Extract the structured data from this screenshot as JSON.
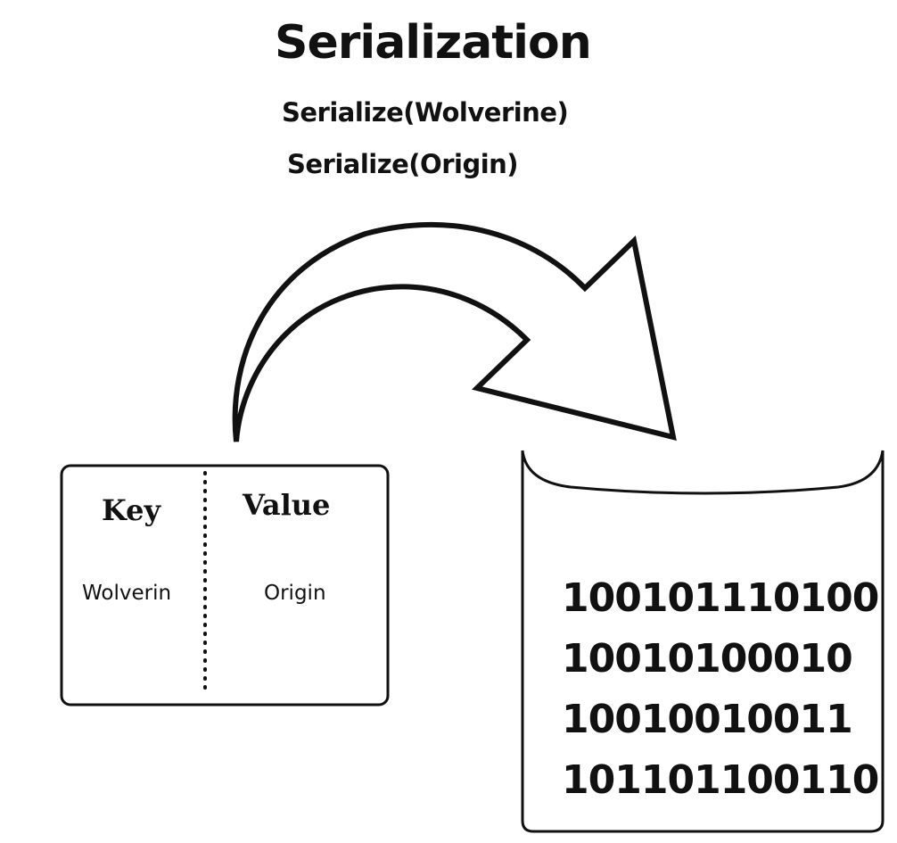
{
  "header": {
    "title": "Serialization",
    "calls": [
      "Serialize(Wolverine)",
      "Serialize(Origin)"
    ]
  },
  "key_value_table": {
    "key_header": "Key",
    "value_header": "Value",
    "key_cell": "Wolverin",
    "value_cell": "Origin"
  },
  "storage": {
    "binary_lines": [
      "100101110100",
      "10010100010",
      "10010010011",
      "101101100110"
    ]
  },
  "colors": {
    "ink": "#111111",
    "background": "#ffffff"
  }
}
